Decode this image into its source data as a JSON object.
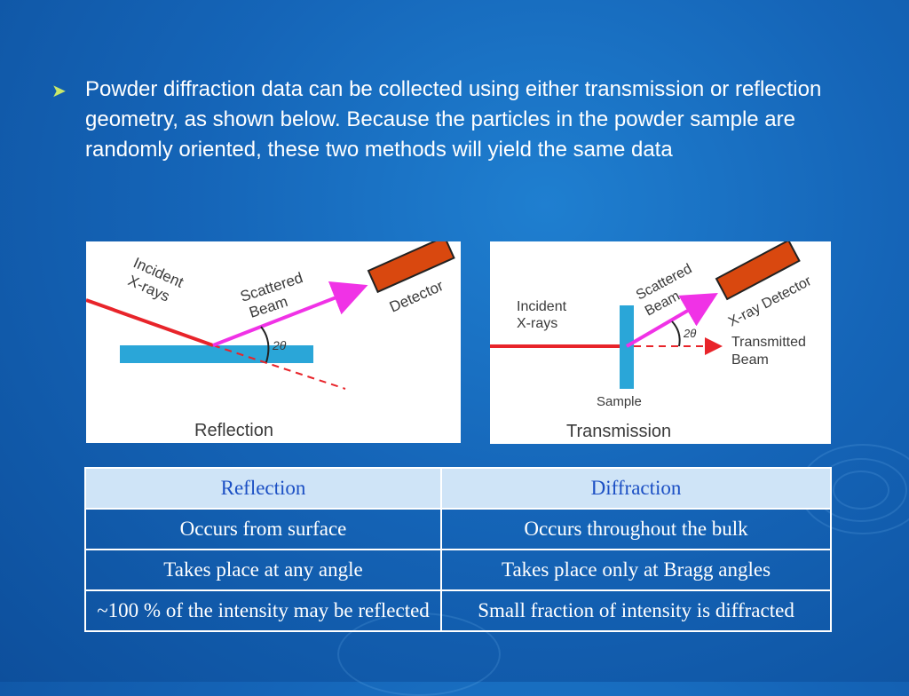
{
  "bullet": {
    "marker_icon": "arrow-right-icon",
    "text": "Powder diffraction data can be collected using either transmission or reflection geometry, as shown below. Because the particles in the powder sample are randomly oriented, these two methods will yield the same data"
  },
  "reflection_diagram": {
    "incident_line1": "Incident",
    "incident_line2": "X-rays",
    "scattered_line1": "Scattered",
    "scattered_line2": "Beam",
    "detector": "Detector",
    "angle": "2θ",
    "caption": "Reflection"
  },
  "transmission_diagram": {
    "incident_line1": "Incident",
    "incident_line2": "X-rays",
    "scattered_line1": "Scattered",
    "scattered_line2": "Beam",
    "detector": "X-ray Detector",
    "angle": "2θ",
    "transmitted_line1": "Transmitted",
    "transmitted_line2": "Beam",
    "sample": "Sample",
    "caption": "Transmission"
  },
  "table": {
    "headers": [
      "Reflection",
      "Diffraction"
    ],
    "rows": [
      [
        "Occurs from surface",
        "Occurs throughout the bulk"
      ],
      [
        "Takes place at any angle",
        "Takes place only at Bragg angles"
      ],
      [
        "~100 % of the intensity may be reflected",
        "Small fraction of intensity is diffracted"
      ]
    ]
  },
  "colors": {
    "background": "#1565b8",
    "incident_beam": "#e8242a",
    "scattered_beam": "#f032e6",
    "sample": "#2aa6d8",
    "detector": "#d9480f",
    "table_header_bg": "#cfe4f7",
    "table_header_text": "#1b4fc4"
  }
}
